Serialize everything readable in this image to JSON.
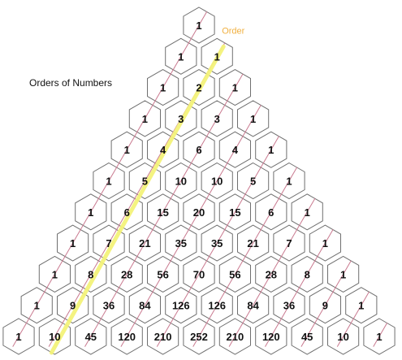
{
  "title": "Orders of Numbers",
  "order_label": "Order",
  "rows": [
    [
      1
    ],
    [
      1,
      1
    ],
    [
      1,
      2,
      1
    ],
    [
      1,
      3,
      3,
      1
    ],
    [
      1,
      4,
      6,
      4,
      1
    ],
    [
      1,
      5,
      10,
      10,
      5,
      1
    ],
    [
      1,
      6,
      15,
      20,
      15,
      6,
      1
    ],
    [
      1,
      7,
      21,
      35,
      35,
      21,
      7,
      1
    ],
    [
      1,
      8,
      28,
      56,
      70,
      56,
      28,
      8,
      1
    ],
    [
      1,
      9,
      36,
      84,
      126,
      126,
      84,
      36,
      9,
      1
    ],
    [
      1,
      10,
      45,
      120,
      210,
      252,
      210,
      120,
      45,
      10,
      1
    ]
  ],
  "colors": {
    "hex_stroke": "#6f6f6f",
    "diagonal_line": "#c9798f",
    "order_highlight": "#f4f37a",
    "order_label": "#f0b040"
  }
}
